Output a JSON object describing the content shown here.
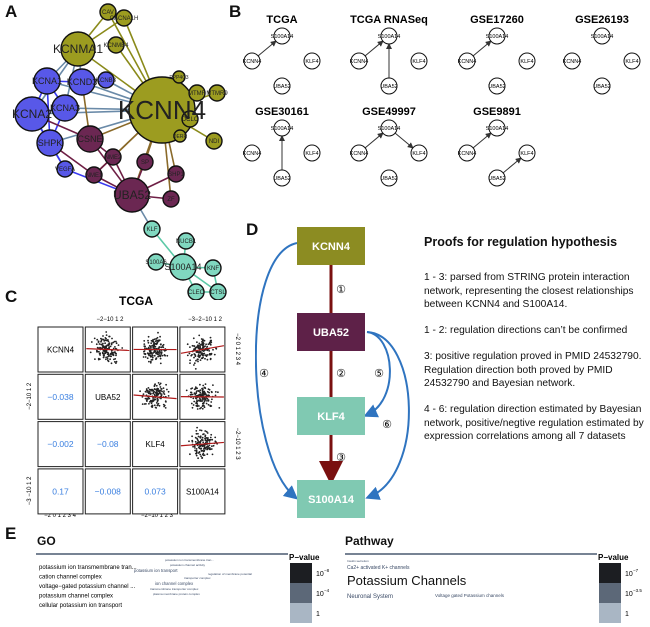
{
  "panels": {
    "A": "A",
    "B": "B",
    "C": "C",
    "D": "D",
    "E": "E"
  },
  "colors": {
    "olive": "#9a9a22",
    "purple_node": "#6e2b55",
    "blue_node": "#5b5be6",
    "teal": "#7fd6bf",
    "edge_blue": "#3a3af0",
    "edge_steel": "#6a8aa8",
    "edge_olive": "#8a8a1a",
    "edge_brown": "#8a6a2a",
    "edge_maroon": "#6e1f45",
    "edge_teal": "#5cc9a7",
    "d_kcnn4": "#8c8c22",
    "d_uba52": "#5e2148",
    "d_teal": "#80c9b2",
    "d_red": "#7a1010",
    "d_blue": "#2f74c0",
    "corr_blue": "#3a7fe0"
  },
  "network_a": {
    "nodes": [
      {
        "id": "KCNN4",
        "label": "KCNN4",
        "group": "olive",
        "size": "xl"
      },
      {
        "id": "KCNMA1",
        "label": "KCNMA1",
        "group": "olive",
        "size": "l"
      },
      {
        "id": "CAV",
        "label": "CAV",
        "group": "olive",
        "size": "s"
      },
      {
        "id": "CACNA1H",
        "label": "CACNA1H",
        "group": "olive",
        "size": "s"
      },
      {
        "id": "KCNMB4",
        "label": "KCNMB4",
        "group": "olive",
        "size": "s"
      },
      {
        "id": "PPP4C3",
        "label": "PPP4C3",
        "group": "olive",
        "size": "xs"
      },
      {
        "id": "MTMR",
        "label": "MTMR",
        "group": "olive",
        "size": "s"
      },
      {
        "id": "MTMR9",
        "label": "MTMR9",
        "group": "olive",
        "size": "s"
      },
      {
        "id": "DCLC",
        "label": "DCLC",
        "group": "olive",
        "size": "s"
      },
      {
        "id": "DERR",
        "label": "DERR",
        "group": "olive",
        "size": "xs"
      },
      {
        "id": "NDI",
        "label": "NDI",
        "group": "olive",
        "size": "s"
      },
      {
        "id": "KCNA1",
        "label": "KCNA1",
        "group": "blue",
        "size": "m"
      },
      {
        "id": "KCND3",
        "label": "KCND3",
        "group": "blue",
        "size": "m"
      },
      {
        "id": "KCNB3",
        "label": "KCNB3",
        "group": "blue",
        "size": "s"
      },
      {
        "id": "KCNA2",
        "label": "KCNA2",
        "group": "blue",
        "size": "l"
      },
      {
        "id": "KCNA3",
        "label": "KCNA3",
        "group": "blue",
        "size": "m"
      },
      {
        "id": "SHPK",
        "label": "SHPK",
        "group": "blue",
        "size": "m"
      },
      {
        "id": "VEGFA",
        "label": "VEGFA",
        "group": "blue",
        "size": "s"
      },
      {
        "id": "CSNE",
        "label": "CSNE",
        "group": "purple",
        "size": "m"
      },
      {
        "id": "NME2",
        "label": "NME2",
        "group": "purple",
        "size": "s"
      },
      {
        "id": "NME1",
        "label": "NME1",
        "group": "purple",
        "size": "s"
      },
      {
        "id": "SP",
        "label": "SP",
        "group": "purple",
        "size": "s"
      },
      {
        "id": "SHP1",
        "label": "SHP1",
        "group": "purple",
        "size": "s"
      },
      {
        "id": "ZF",
        "label": "ZF",
        "group": "purple",
        "size": "s"
      },
      {
        "id": "UBA52",
        "label": "UBA52",
        "group": "purple",
        "size": "l"
      },
      {
        "id": "KLF",
        "label": "KLF",
        "group": "teal",
        "size": "s"
      },
      {
        "id": "NUCB1",
        "label": "NUCB1",
        "group": "teal",
        "size": "s"
      },
      {
        "id": "S100A6",
        "label": "S100A6",
        "group": "teal",
        "size": "s"
      },
      {
        "id": "S100A14",
        "label": "S100A14",
        "group": "teal",
        "size": "m"
      },
      {
        "id": "KNF",
        "label": "KNF",
        "group": "teal",
        "size": "s"
      },
      {
        "id": "CLEC",
        "label": "CLEC",
        "group": "teal",
        "size": "s"
      },
      {
        "id": "CTSL",
        "label": "CTSL",
        "group": "teal",
        "size": "s"
      }
    ]
  },
  "network_b": {
    "node_labels": [
      "S100A14",
      "KCNN4",
      "KLF4",
      "UBA52"
    ],
    "datasets": [
      {
        "title": "TCGA",
        "edges": [
          [
            "KCNN4",
            "S100A14"
          ]
        ]
      },
      {
        "title": "TCGA RNASeq",
        "edges": [
          [
            "KCNN4",
            "S100A14"
          ],
          [
            "UBA52",
            "S100A14"
          ]
        ]
      },
      {
        "title": "GSE17260",
        "edges": [
          [
            "KCNN4",
            "S100A14"
          ]
        ]
      },
      {
        "title": "GSE26193",
        "edges": []
      },
      {
        "title": "GSE30161",
        "edges": [
          [
            "UBA52",
            "S100A14"
          ]
        ]
      },
      {
        "title": "GSE49997",
        "edges": [
          [
            "KCNN4",
            "S100A14"
          ],
          [
            "S100A14",
            "KLF4"
          ]
        ]
      },
      {
        "title": "GSE9891",
        "edges": [
          [
            "KCNN4",
            "S100A14"
          ],
          [
            "UBA52",
            "KLF4"
          ]
        ]
      }
    ]
  },
  "panel_c": {
    "title": "TCGA",
    "genes": [
      "KCNN4",
      "UBA52",
      "KLF4",
      "S100A14"
    ],
    "correlations": [
      {
        "row": 1,
        "col": 0,
        "value": "−0.038"
      },
      {
        "row": 2,
        "col": 0,
        "value": "−0.002"
      },
      {
        "row": 2,
        "col": 1,
        "value": "−0.08"
      },
      {
        "row": 3,
        "col": 0,
        "value": "0.17"
      },
      {
        "row": 3,
        "col": 1,
        "value": "−0.008"
      },
      {
        "row": 3,
        "col": 2,
        "value": "0.073"
      }
    ],
    "top_ticks": [
      "−2−10 1 2",
      "−3−2−10 1 2"
    ],
    "bottom_ticks": [
      "−2  0 1 2 3 4",
      "−2−10 1 2 3"
    ],
    "left_ticks": [
      "−2−10 1 2",
      "−3 −10 1 2"
    ],
    "right_ticks": [
      "−2 0 1 2 3 4",
      "−2−10 1 2 3"
    ]
  },
  "panel_d": {
    "nodes": [
      "KCNN4",
      "UBA52",
      "KLF4",
      "S100A14"
    ],
    "edge_labels": [
      "①",
      "②",
      "③",
      "④",
      "⑤",
      "⑥"
    ]
  },
  "proofs": {
    "title": "Proofs for regulation hypothesis",
    "paragraphs": [
      "1 - 3: parsed from STRING protein interaction network, representing the closest relationships between KCNN4 and S100A14.",
      "1 - 2: regulation directions can’t be confirmed",
      "3: positive regulation proved in PMID 24532790. Regulation direction both proved by PMID 24532790 and Bayesian network.",
      "4 - 6: regulation direction estimated by Bayesian network, positive/negtive regulation estimated by expression correlations among all 7 datasets"
    ]
  },
  "panel_e": {
    "go": {
      "title": "GO",
      "terms_left": [
        "potassium ion transmembrane tran...",
        "cation channel complex",
        "voltage−gated potassium channel ...",
        "potassium channel complex",
        "cellular potassium ion transport"
      ],
      "cloud": [
        "potassium ion transmembrane tran...",
        "potassium channel activity",
        "potassium ion transport",
        "regulation of membrane potential",
        "transporter complex",
        "ion channel complex",
        "transmembrane transporter complex",
        "plasma membrane protein complex"
      ],
      "legend_title": "P−value",
      "legend_labels": [
        "10",
        "−8",
        "10",
        "−4",
        "1"
      ]
    },
    "pathway": {
      "title": "Pathway",
      "terms": [
        "Insulin secretion",
        "Ca2+ activated K+ channels",
        "Potassium Channels",
        "Neuronal System",
        "Voltage gated Potassium channels"
      ],
      "legend_title": "P−value",
      "legend_labels": [
        "10",
        "−7",
        "10",
        "−3.5",
        "1"
      ]
    }
  }
}
